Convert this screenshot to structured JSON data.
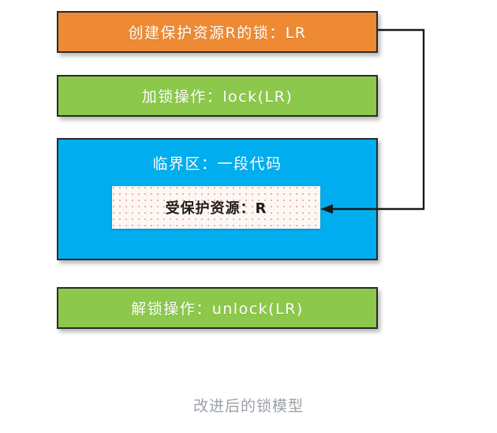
{
  "diagram": {
    "caption": "改进后的锁模型",
    "background_color": "#ffffff",
    "caption_color": "#9aa0a6",
    "blocks": [
      {
        "id": "create-lock",
        "label": "创建保护资源R的锁：LR",
        "color": "#ee8a33",
        "text_color": "#ffffff"
      },
      {
        "id": "lock-op",
        "label": "加锁操作：lock(LR)",
        "color": "#8cc84b",
        "text_color": "#ffffff"
      },
      {
        "id": "critical-section",
        "label": "临界区：一段代码",
        "color": "#00aeef",
        "text_color": "#ffffff"
      },
      {
        "id": "unlock-op",
        "label": "解锁操作：unlock(LR)",
        "color": "#8cc84b",
        "text_color": "#ffffff"
      }
    ],
    "protected_resource": {
      "label": "受保护资源：R",
      "fill_color": "#fdf7f4",
      "pattern_color": "#e07864",
      "text_color": "#1d1d1d"
    },
    "connector": {
      "from": "create-lock",
      "to": "protected-resource",
      "stroke_color": "#1a1a1a",
      "arrow_head": "left"
    }
  }
}
